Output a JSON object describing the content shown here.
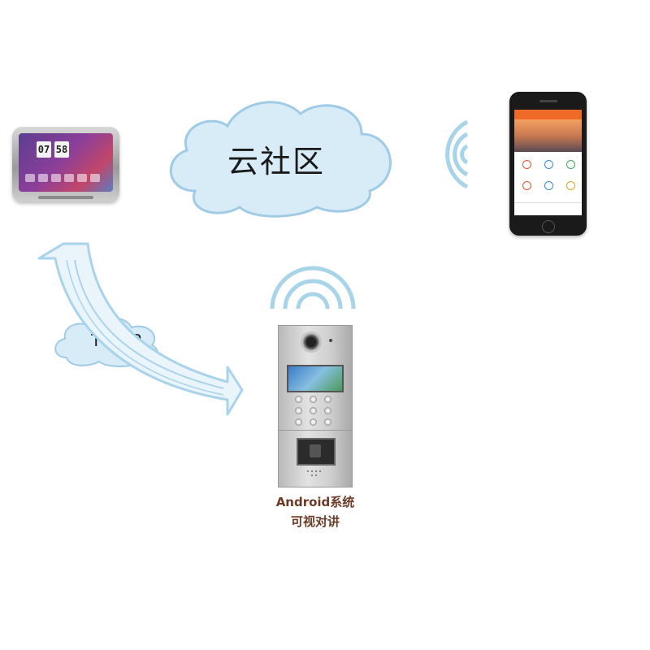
{
  "cloud_main": {
    "label": "云社区"
  },
  "cloud_network": {
    "label": "TCP/IP"
  },
  "tablet": {
    "clock_hour": "07",
    "clock_minute": "58"
  },
  "door_panel": {
    "caption_line1": "Android系统",
    "caption_line2": "可视对讲"
  },
  "colors": {
    "cloud_fill": "#d8ecf8",
    "cloud_stroke": "#9fcbe6",
    "signal_wave": "#a8d4ea",
    "arrow_fill": "#eaf5fb",
    "arrow_stroke": "#a9d3ea",
    "phone_accent": "#f06a27",
    "caption_text": "#6b3b26"
  },
  "icons": [
    "wifi-signal-icon",
    "cloud-icon",
    "curved-arrow-icon"
  ]
}
